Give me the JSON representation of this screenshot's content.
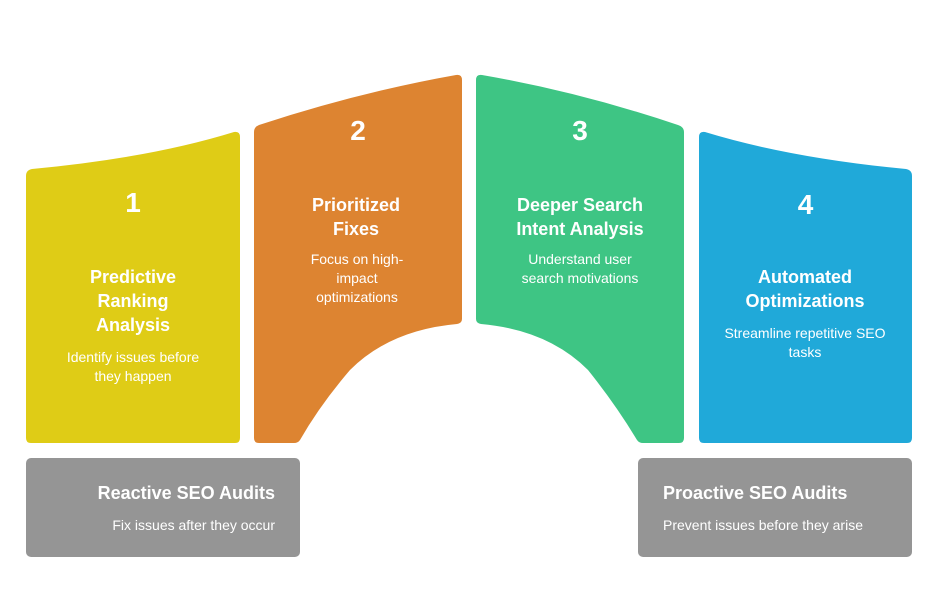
{
  "steps": [
    {
      "number": "1",
      "title": "Predictive Ranking Analysis",
      "description": "Identify issues before they happen",
      "color": "#DFCC16"
    },
    {
      "number": "2",
      "title": "Prioritized Fixes",
      "description": "Focus on high-impact optimizations",
      "color": "#DD8431"
    },
    {
      "number": "3",
      "title": "Deeper Search Intent Analysis",
      "description": "Understand user search motivations",
      "color": "#3EC584"
    },
    {
      "number": "4",
      "title": "Automated Optimizations",
      "description": "Streamline repetitive SEO tasks",
      "color": "#20A9D9"
    }
  ],
  "endpoints": {
    "left": {
      "title": "Reactive SEO Audits",
      "description": "Fix issues after they occur",
      "color": "#959595"
    },
    "right": {
      "title": "Proactive SEO Audits",
      "description": "Prevent issues before they arise",
      "color": "#959595"
    }
  }
}
